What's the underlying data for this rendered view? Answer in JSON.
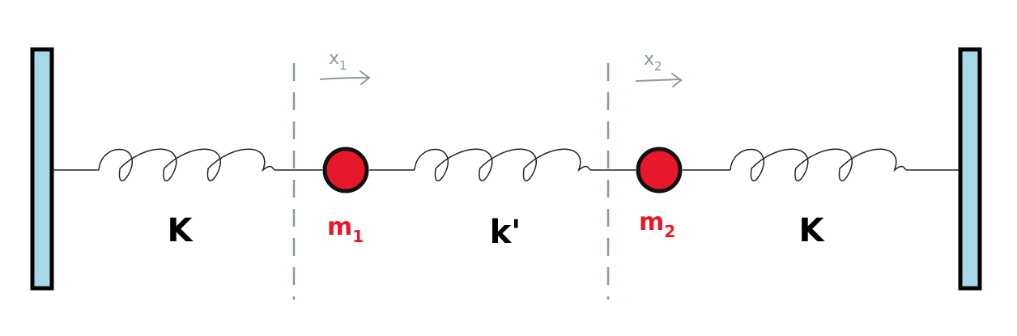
{
  "diagram": {
    "springs": [
      {
        "label": "K"
      },
      {
        "label": "k'"
      },
      {
        "label": "K"
      }
    ],
    "masses": [
      {
        "label": "m",
        "subscript": "1"
      },
      {
        "label": "m",
        "subscript": "2"
      }
    ],
    "displacements": [
      {
        "label": "x",
        "subscript": "1"
      },
      {
        "label": "x",
        "subscript": "2"
      }
    ],
    "colors": {
      "wall_fill": "#a6d8e7",
      "wall_stroke": "#000000",
      "mass_fill": "#e8182a",
      "mass_label": "#e8182a",
      "spring": "#222222",
      "guide": "#8a9aa0",
      "spring_label": "#000000"
    }
  }
}
